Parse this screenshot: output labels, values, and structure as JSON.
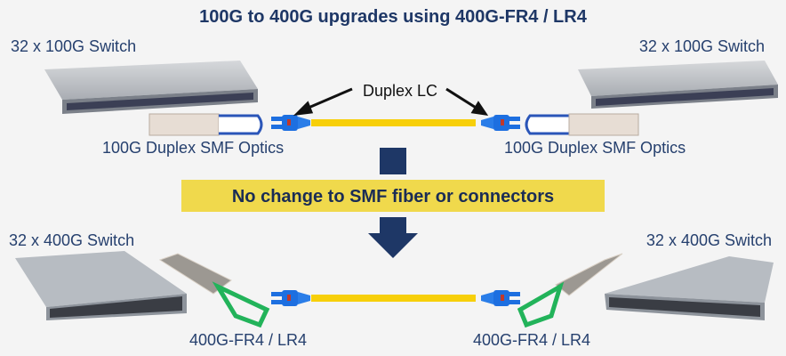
{
  "title": "100G to 400G upgrades using 400G-FR4 / LR4",
  "top": {
    "left_switch_label": "32 x 100G Switch",
    "right_switch_label": "32 x 100G Switch",
    "connector_label": "Duplex LC",
    "left_optics_label": "100G Duplex SMF Optics",
    "right_optics_label": "100G Duplex SMF Optics"
  },
  "banner": {
    "text": "No change to SMF fiber or connectors",
    "color": "#f0d94c"
  },
  "bottom": {
    "left_switch_label": "32 x 400G Switch",
    "right_switch_label": "32 x 400G Switch",
    "left_optics_label": "400G-FR4 / LR4",
    "right_optics_label": "400G-FR4 / LR4"
  },
  "colors": {
    "fiber": "#f7cf0a",
    "connector": "#1d6fe0",
    "pull_tab_100g": "#2a55b8",
    "pull_tab_400g": "#22b35a",
    "arrow": "#1e3766"
  }
}
